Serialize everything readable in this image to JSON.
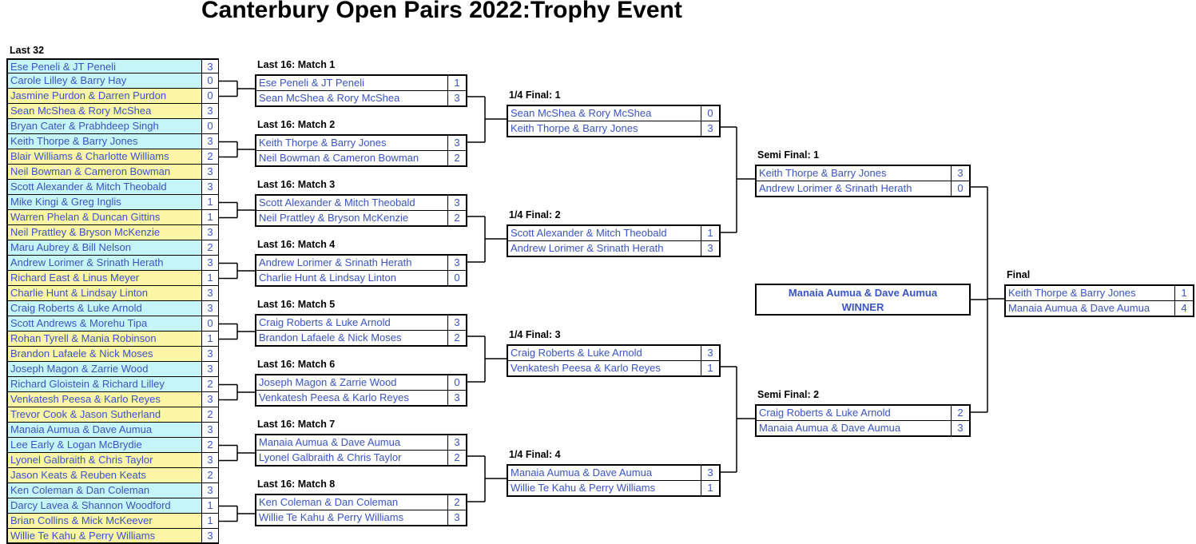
{
  "title": "Canterbury Open Pairs 2022:Trophy Event",
  "last32_label": "Last 32",
  "last32": [
    {
      "team": "Ese Peneli & JT Peneli",
      "score": "3",
      "color": "cyan"
    },
    {
      "team": "Carole Lilley & Barry Hay",
      "score": "0",
      "color": "cyan"
    },
    {
      "team": "Jasmine Purdon & Darren Purdon",
      "score": "0",
      "color": "yellow"
    },
    {
      "team": "Sean McShea & Rory McShea",
      "score": "3",
      "color": "yellow"
    },
    {
      "team": "Bryan Cater & Prabhdeep Singh",
      "score": "0",
      "color": "cyan"
    },
    {
      "team": "Keith Thorpe & Barry Jones",
      "score": "3",
      "color": "cyan"
    },
    {
      "team": "Blair Williams & Charlotte Williams",
      "score": "2",
      "color": "yellow"
    },
    {
      "team": "Neil Bowman & Cameron Bowman",
      "score": "3",
      "color": "yellow"
    },
    {
      "team": "Scott Alexander & Mitch Theobald",
      "score": "3",
      "color": "cyan"
    },
    {
      "team": "Mike Kingi & Greg Inglis",
      "score": "1",
      "color": "cyan"
    },
    {
      "team": "Warren Phelan & Duncan Gittins",
      "score": "1",
      "color": "yellow"
    },
    {
      "team": "Neil Prattley & Bryson McKenzie",
      "score": "3",
      "color": "yellow"
    },
    {
      "team": "Maru Aubrey & Bill Nelson",
      "score": "2",
      "color": "cyan"
    },
    {
      "team": "Andrew Lorimer & Srinath Herath",
      "score": "3",
      "color": "cyan"
    },
    {
      "team": "Richard East & Linus Meyer",
      "score": "1",
      "color": "yellow"
    },
    {
      "team": "Charlie Hunt & Lindsay Linton",
      "score": "3",
      "color": "yellow"
    },
    {
      "team": "Craig Roberts & Luke Arnold",
      "score": "3",
      "color": "cyan"
    },
    {
      "team": "Scott Andrews & Morehu Tipa",
      "score": "0",
      "color": "cyan"
    },
    {
      "team": "Rohan Tyrell & Mania Robinson",
      "score": "1",
      "color": "yellow"
    },
    {
      "team": "Brandon Lafaele & Nick Moses",
      "score": "3",
      "color": "yellow"
    },
    {
      "team": "Joseph Magon & Zarrie Wood",
      "score": "3",
      "color": "cyan"
    },
    {
      "team": "Richard Gloistein & Richard Lilley",
      "score": "2",
      "color": "cyan"
    },
    {
      "team": "Venkatesh Peesa & Karlo Reyes",
      "score": "3",
      "color": "yellow"
    },
    {
      "team": "Trevor Cook & Jason Sutherland",
      "score": "2",
      "color": "yellow"
    },
    {
      "team": "Manaia Aumua & Dave Aumua",
      "score": "3",
      "color": "cyan"
    },
    {
      "team": "Lee Early & Logan McBrydie",
      "score": "2",
      "color": "cyan"
    },
    {
      "team": "Lyonel Galbraith & Chris Taylor",
      "score": "3",
      "color": "yellow"
    },
    {
      "team": "Jason Keats & Reuben Keats",
      "score": "2",
      "color": "yellow"
    },
    {
      "team": "Ken Coleman & Dan Coleman",
      "score": "3",
      "color": "cyan"
    },
    {
      "team": "Darcy Lavea & Shannon Woodford",
      "score": "1",
      "color": "cyan"
    },
    {
      "team": "Brian Collins & Mick McKeever",
      "score": "1",
      "color": "yellow"
    },
    {
      "team": "Willie Te Kahu & Perry Williams",
      "score": "3",
      "color": "yellow"
    }
  ],
  "last16": [
    {
      "label": "Last 16: Match 1",
      "teams": [
        {
          "team": "Ese Peneli & JT Peneli",
          "score": "1"
        },
        {
          "team": "Sean McShea & Rory McShea",
          "score": "3"
        }
      ]
    },
    {
      "label": "Last 16: Match 2",
      "teams": [
        {
          "team": "Keith Thorpe & Barry Jones",
          "score": "3"
        },
        {
          "team": "Neil Bowman & Cameron Bowman",
          "score": "2"
        }
      ]
    },
    {
      "label": "Last 16: Match 3",
      "teams": [
        {
          "team": "Scott Alexander & Mitch Theobald",
          "score": "3"
        },
        {
          "team": "Neil Prattley & Bryson McKenzie",
          "score": "2"
        }
      ]
    },
    {
      "label": "Last 16: Match 4",
      "teams": [
        {
          "team": "Andrew Lorimer & Srinath Herath",
          "score": "3"
        },
        {
          "team": "Charlie Hunt & Lindsay Linton",
          "score": "0"
        }
      ]
    },
    {
      "label": "Last 16: Match 5",
      "teams": [
        {
          "team": "Craig Roberts & Luke Arnold",
          "score": "3"
        },
        {
          "team": "Brandon Lafaele & Nick Moses",
          "score": "2"
        }
      ]
    },
    {
      "label": "Last 16: Match 6",
      "teams": [
        {
          "team": "Joseph Magon & Zarrie Wood",
          "score": "0"
        },
        {
          "team": "Venkatesh Peesa & Karlo Reyes",
          "score": "3"
        }
      ]
    },
    {
      "label": "Last 16: Match 7",
      "teams": [
        {
          "team": "Manaia Aumua & Dave Aumua",
          "score": "3"
        },
        {
          "team": "Lyonel Galbraith & Chris Taylor",
          "score": "2"
        }
      ]
    },
    {
      "label": "Last 16: Match 8",
      "teams": [
        {
          "team": "Ken Coleman & Dan Coleman",
          "score": "2"
        },
        {
          "team": "Willie Te Kahu & Perry Williams",
          "score": "3"
        }
      ]
    }
  ],
  "quarter": [
    {
      "label": "1/4 Final: 1",
      "teams": [
        {
          "team": "Sean McShea & Rory McShea",
          "score": "0"
        },
        {
          "team": "Keith Thorpe & Barry Jones",
          "score": "3"
        }
      ]
    },
    {
      "label": "1/4 Final: 2",
      "teams": [
        {
          "team": "Scott Alexander & Mitch Theobald",
          "score": "1"
        },
        {
          "team": "Andrew Lorimer & Srinath Herath",
          "score": "3"
        }
      ]
    },
    {
      "label": "1/4 Final: 3",
      "teams": [
        {
          "team": "Craig Roberts & Luke Arnold",
          "score": "3"
        },
        {
          "team": "Venkatesh Peesa & Karlo Reyes",
          "score": "1"
        }
      ]
    },
    {
      "label": "1/4 Final: 4",
      "teams": [
        {
          "team": "Manaia Aumua & Dave Aumua",
          "score": "3"
        },
        {
          "team": "Willie Te Kahu & Perry Williams",
          "score": "1"
        }
      ]
    }
  ],
  "semi": [
    {
      "label": "Semi Final: 1",
      "teams": [
        {
          "team": "Keith Thorpe & Barry Jones",
          "score": "3"
        },
        {
          "team": "Andrew Lorimer & Srinath Herath",
          "score": "0"
        }
      ]
    },
    {
      "label": "Semi Final: 2",
      "teams": [
        {
          "team": "Craig Roberts & Luke Arnold",
          "score": "2"
        },
        {
          "team": "Manaia Aumua & Dave Aumua",
          "score": "3"
        }
      ]
    }
  ],
  "final": {
    "label": "Final",
    "teams": [
      {
        "team": "Keith Thorpe & Barry Jones",
        "score": "1"
      },
      {
        "team": "Manaia Aumua & Dave Aumua",
        "score": "4"
      }
    ]
  },
  "winner": {
    "name": "Manaia Aumua & Dave Aumua",
    "caption": "WINNER"
  },
  "colors": {
    "cyan": "#c6f5f7",
    "yellow": "#fbf5a6",
    "text": "#3a54c5"
  }
}
